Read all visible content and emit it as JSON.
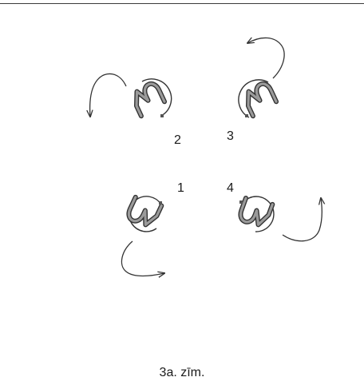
{
  "figure": {
    "labels": [
      {
        "id": "1",
        "text": "1"
      },
      {
        "id": "2",
        "text": "2"
      },
      {
        "id": "3",
        "text": "3"
      },
      {
        "id": "4",
        "text": "4"
      }
    ],
    "caption": "3a. zīm."
  },
  "colors": {
    "stroke": "#333333",
    "zigzag_fill": "#8a8a8a"
  }
}
